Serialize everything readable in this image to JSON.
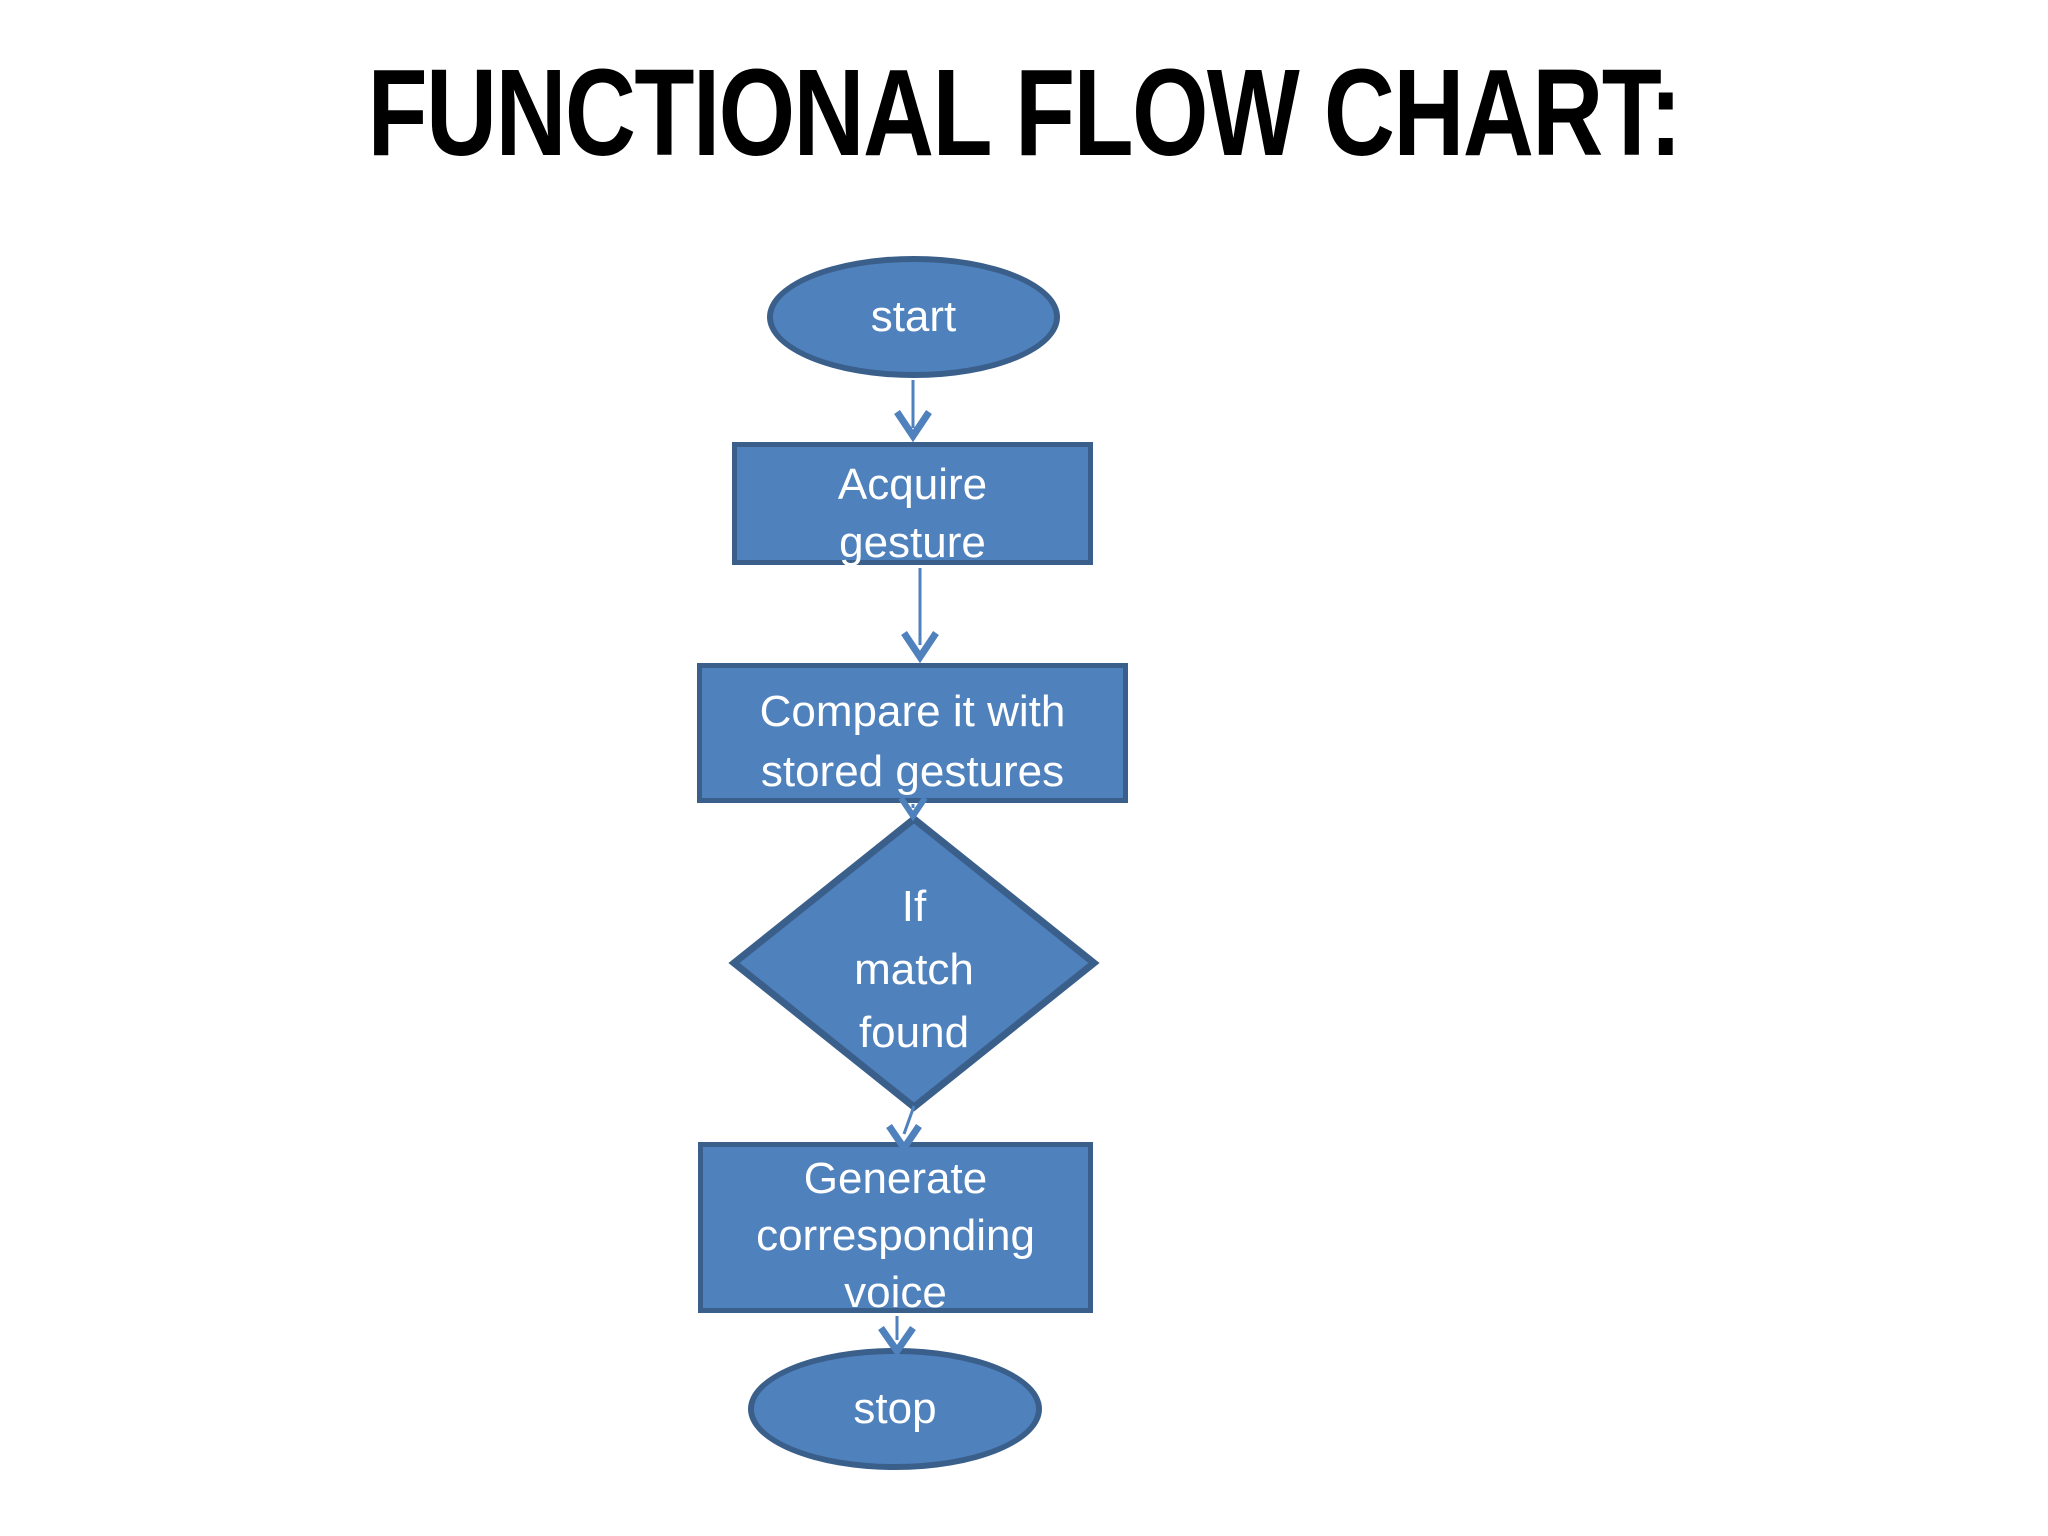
{
  "title": "FUNCTIONAL FLOW CHART:",
  "colors": {
    "background": "#FFFFFF",
    "title_text": "#000000",
    "shape_fill": "#4F81BD",
    "shape_border": "#3A5F8B",
    "shape_text": "#FFFFFF",
    "arrow": "#4F81BD"
  },
  "flowchart": {
    "nodes": [
      {
        "id": "start",
        "type": "terminator",
        "shape": "ellipse",
        "lines": [
          "start"
        ]
      },
      {
        "id": "acquire-gesture",
        "type": "process",
        "shape": "rectangle",
        "lines": [
          "Acquire",
          "gesture"
        ]
      },
      {
        "id": "compare-gestures",
        "type": "process",
        "shape": "rectangle",
        "lines": [
          "Compare it with",
          "stored gestures"
        ]
      },
      {
        "id": "match-decision",
        "type": "decision",
        "shape": "diamond",
        "lines": [
          "If",
          "match",
          "found"
        ]
      },
      {
        "id": "generate-voice",
        "type": "process",
        "shape": "rectangle",
        "lines": [
          "Generate",
          "corresponding",
          "voice"
        ]
      },
      {
        "id": "stop",
        "type": "terminator",
        "shape": "ellipse",
        "lines": [
          "stop"
        ]
      }
    ],
    "edges": [
      {
        "from": "start",
        "to": "acquire-gesture"
      },
      {
        "from": "acquire-gesture",
        "to": "compare-gestures"
      },
      {
        "from": "compare-gestures",
        "to": "match-decision"
      },
      {
        "from": "match-decision",
        "to": "generate-voice"
      },
      {
        "from": "generate-voice",
        "to": "stop"
      }
    ]
  }
}
